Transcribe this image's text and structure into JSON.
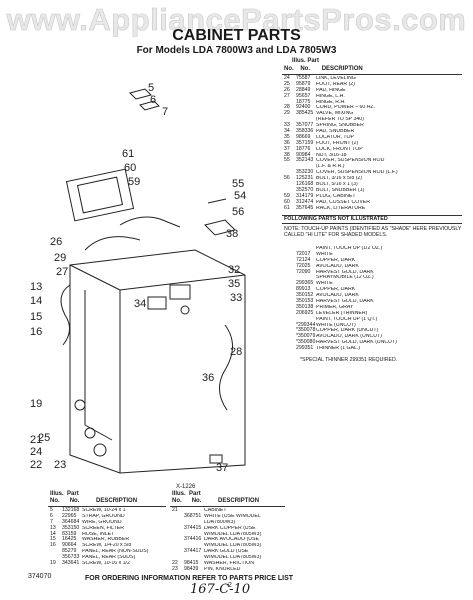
{
  "watermark": "www.AppliancePartsPros.com",
  "title": "CABINET PARTS",
  "subtitle": "For Models LDA 7800W3 and LDA 7805W3",
  "right_table": {
    "header_top": [
      "Illus.",
      "Part"
    ],
    "header": [
      "No.",
      "No.",
      "DESCRIPTION"
    ],
    "rows": [
      [
        "24",
        "75587",
        "LINK, LEVELING"
      ],
      [
        "25",
        "95879",
        "FOOT, REAR (2)"
      ],
      [
        "26",
        "28849",
        "PAD, HINGE"
      ],
      [
        "27",
        "95657",
        "HINGE, L.H."
      ],
      [
        "",
        "18775",
        "HINGE, R.H."
      ],
      [
        "28",
        "92400",
        "CORD, POWER – 60 HZ."
      ],
      [
        "29",
        "385425",
        "VALVE, MIXING"
      ],
      [
        "",
        "",
        "(REFER TO SP 340)"
      ],
      [
        "33",
        "357077",
        "SPRING, SNUBBER"
      ],
      [
        "34",
        "358336",
        "PAD, SNUBBER"
      ],
      [
        "35",
        "98669",
        "LOCATOR, TOP"
      ],
      [
        "36",
        "357159",
        "FOOT, FRONT (2)"
      ],
      [
        "37",
        "18776",
        "LOCK, FRONT TOP"
      ],
      [
        "38",
        "90984",
        "NUT, 3/16-18"
      ],
      [
        "55",
        "352143",
        "COVER, SUSPENSION ROD"
      ],
      [
        "",
        "",
        "(L.F. & R.R.)"
      ],
      [
        "",
        "353230",
        "COVER, SUSPENSION ROD (L.F.)"
      ],
      [
        "56",
        "125231",
        "BOLT, 3/16 x 5/8 (2)"
      ],
      [
        "",
        "126168",
        "BOLT, 5/16 x 1 (3)"
      ],
      [
        "",
        "352570",
        "BOLT, SNUBBER (1)"
      ],
      [
        "59",
        "314179",
        "PLUG, CABINET"
      ],
      [
        "60",
        "312474",
        "PAD, CUSSET COVER"
      ],
      [
        "61",
        "357645",
        "RACK, LITERATURE"
      ]
    ],
    "section_title": "FOLLOWING PARTS NOT ILLUSTRATED",
    "note": "NOTE: TOUCH-UP PAINTS (IDENTIFIED AS \"SHADE\" HERE PREVIOUSLY CALLED \"HI LITE\" FOR SHADED MODELS.",
    "paint_rows": [
      [
        "",
        "",
        "PAINT, TOUCH UP (1/2 OZ.)"
      ],
      [
        "",
        "72017",
        "WHITE"
      ],
      [
        "",
        "72124",
        "COPPER, DARK"
      ],
      [
        "",
        "72025",
        "AVOCADO, DARK"
      ],
      [
        "",
        "72090",
        "HARVEST GOLD, DARK"
      ],
      [
        "",
        "",
        "SPRAYMOBILE (12 OZ.)"
      ],
      [
        "",
        "299365",
        "WHITE"
      ],
      [
        "",
        "89913",
        "COPPER, DARK"
      ],
      [
        "",
        "350152",
        "AVOCADO, DARK"
      ],
      [
        "",
        "350153",
        "HARVEST GOLD, DARK"
      ],
      [
        "",
        "350138",
        "PRIMER, GRAY"
      ],
      [
        "",
        "206925",
        "LEVELER (THINNER)"
      ],
      [
        "",
        "",
        "PAINT, TOUCH UP (1 QT.)"
      ],
      [
        "",
        "*299344",
        "WHITE (UNCUT)"
      ],
      [
        "",
        "*350078",
        "COPPER, DARK (UNCUT)"
      ],
      [
        "",
        "*350079",
        "AVOCADO, DARK (UNCUT)"
      ],
      [
        "",
        "*350080",
        "HARVEST GOLD, DARK (UNCUT)"
      ],
      [
        "",
        "299351",
        "THINNER (1 GAL.)"
      ]
    ],
    "special": "*SPECIAL THINNER 299351 REQUIRED."
  },
  "bottom_left": {
    "header_top": [
      "Illus.",
      "Part"
    ],
    "header": [
      "No.",
      "No.",
      "DESCRIPTION"
    ],
    "rows": [
      [
        "5",
        "132168",
        "SCREW, 10-24 x 1"
      ],
      [
        "6",
        "22965",
        "STRAP, GROUND"
      ],
      [
        "7",
        "364684",
        "WIRE, GROUND"
      ],
      [
        "13",
        "353150",
        "SCREEN, FILTER"
      ],
      [
        "14",
        "83159",
        "HOSE, INLET"
      ],
      [
        "15",
        "16425",
        "WASHER, RUBBER"
      ],
      [
        "16",
        "90664",
        "SCREW, 1/4-20 x 5/8"
      ],
      [
        "",
        "85279",
        "PANEL, REAR (NON-SUDS)"
      ],
      [
        "",
        "356733",
        "PANEL, REAR (SUDS)"
      ],
      [
        "19",
        "343641",
        "SCREW, 10-16 x 1/2"
      ]
    ]
  },
  "bottom_right": {
    "ref": "X-1226",
    "header_top": [
      "Illus.",
      "Part"
    ],
    "header": [
      "No.",
      "No.",
      "DESCRIPTION"
    ],
    "rows": [
      [
        "21",
        "",
        "CABINET"
      ],
      [
        "",
        "368751",
        "WHITE (USE W/MODEL"
      ],
      [
        "",
        "",
        "LDA7800W3)"
      ],
      [
        "",
        "374415",
        "DARK COPPER (USE"
      ],
      [
        "",
        "",
        "W/MODEL LDA7805W3)"
      ],
      [
        "",
        "374416",
        "DARK AVOCADO (USE"
      ],
      [
        "",
        "",
        "W/MODEL LDA7805W3)"
      ],
      [
        "",
        "374417",
        "DARK GOLD (USE"
      ],
      [
        "",
        "",
        "W/MODEL LDA7805W3)"
      ],
      [
        "22",
        "98415",
        "WASHER, FRICTION"
      ],
      [
        "23",
        "98439",
        "PIN, KNURLED"
      ]
    ]
  },
  "footer": {
    "ordering": "FOR ORDERING INFORMATION REFER TO PARTS PRICE LIST",
    "code": "374070",
    "page": "2",
    "handwritten": "167-C-10"
  },
  "callouts": [
    "5",
    "6",
    "7",
    "61",
    "60",
    "59",
    "26",
    "29",
    "27",
    "13",
    "14",
    "15",
    "16",
    "19",
    "21",
    "24",
    "22",
    "23",
    "25",
    "55",
    "54",
    "56",
    "38",
    "32",
    "35",
    "33",
    "34",
    "36",
    "37",
    "28"
  ]
}
